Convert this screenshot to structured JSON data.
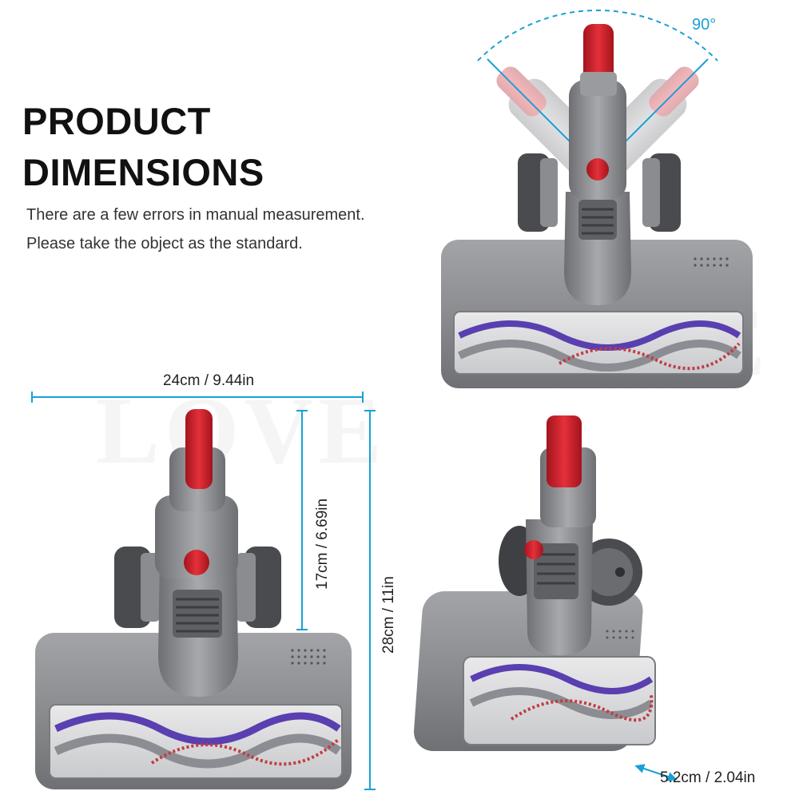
{
  "heading": {
    "line1": "PRODUCT",
    "line2": "DIMENSIONS"
  },
  "notes": {
    "line1": "There are a few errors in manual measurement.",
    "line2": "Please take the object as the standard."
  },
  "dimensions": {
    "width": "24cm / 9.44in",
    "height_neck": "17cm / 6.69in",
    "height_total": "28cm / 11in",
    "depth": "5.2cm / 2.04in",
    "rotation": "90°"
  },
  "colors": {
    "accent": "#1aa0d6",
    "body_gray": "#8a8b8f",
    "red": "#d8202c",
    "purple": "#5a3fb0"
  }
}
